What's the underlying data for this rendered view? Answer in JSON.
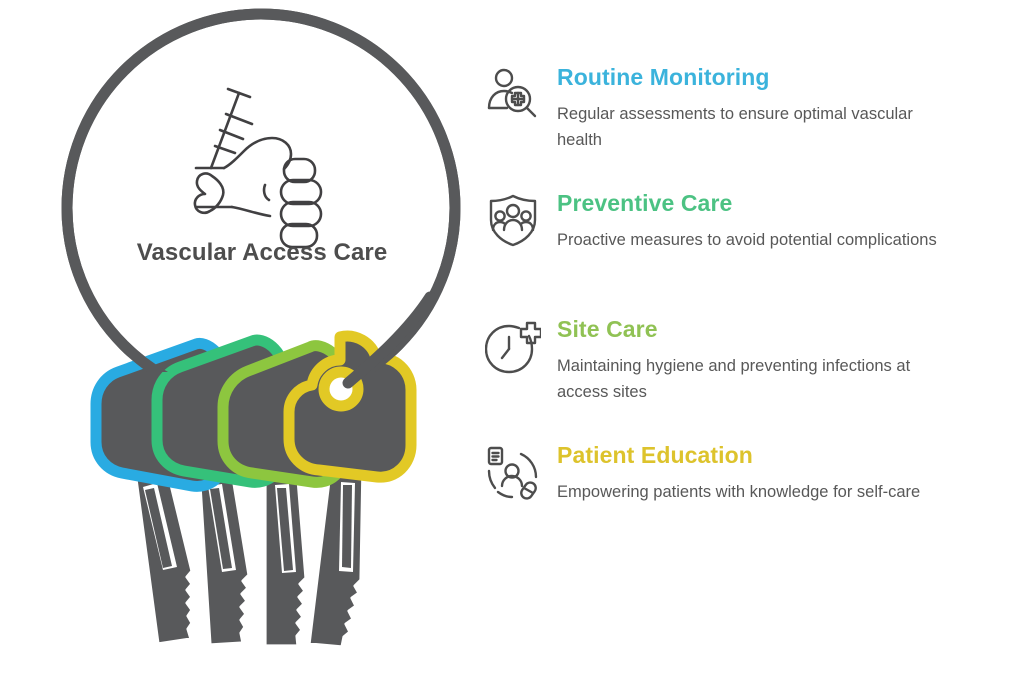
{
  "colors": {
    "background": "#ffffff",
    "graphic_gray": "#58595b",
    "title_gray": "#4d4d4d",
    "body_gray": "#585858",
    "key_blue": "#29abe2",
    "key_green": "#35c17a",
    "key_lime": "#8dc63f",
    "key_yellow": "#e2c925",
    "heading_blue": "#3bb3dc",
    "heading_green": "#4cc283",
    "heading_lime": "#90c254",
    "heading_yellow": "#ddc32c"
  },
  "hero": {
    "name": "vascular-access-care-keyring",
    "center_title": "Vascular Access Care",
    "center_icon": "fist-with-needle-and-heart-icon",
    "ring_icon": "key-ring-icon",
    "keys": [
      {
        "label_color": "#29abe2",
        "name": "key-blue"
      },
      {
        "label_color": "#35c17a",
        "name": "key-green"
      },
      {
        "label_color": "#8dc63f",
        "name": "key-lime"
      },
      {
        "label_color": "#e2c925",
        "name": "key-yellow"
      }
    ]
  },
  "features": [
    {
      "icon": "person-magnifier-plus-icon",
      "title": "Routine Monitoring",
      "color": "#3bb3dc",
      "description": "Regular assessments to ensure optimal vascular health"
    },
    {
      "icon": "shield-people-icon",
      "title": "Preventive Care",
      "color": "#4cc283",
      "description": "Proactive measures to avoid potential complications"
    },
    {
      "icon": "clock-plus-icon",
      "title": "Site Care",
      "color": "#90c254",
      "description": "Maintaining hygiene and preventing infections at access sites"
    },
    {
      "icon": "patient-document-bandage-icon",
      "title": "Patient Education",
      "color": "#ddc32c",
      "description": "Empowering patients with knowledge for self-care"
    }
  ]
}
